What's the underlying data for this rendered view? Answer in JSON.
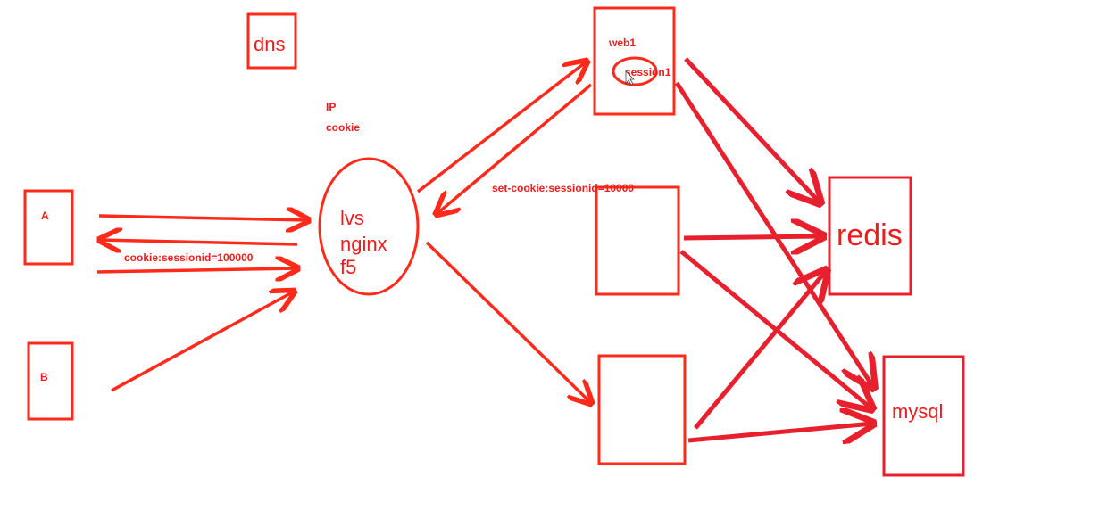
{
  "diagram": {
    "colors": {
      "primary": "#ff2a1a",
      "secondary": "#e8202e"
    },
    "nodes": {
      "dns": "dns",
      "client_a": "A",
      "client_b": "B",
      "load_balancer": {
        "line1": "lvs",
        "line2": "nginx",
        "line3": "f5"
      },
      "web1": {
        "title": "web1",
        "session": "session1"
      },
      "redis": "redis",
      "mysql": "mysql"
    },
    "annotations": {
      "ip": "IP",
      "cookie": "cookie",
      "client_cookie": "cookie:sessionid=100000",
      "set_cookie": "set-cookie:sessionid=10000"
    }
  }
}
